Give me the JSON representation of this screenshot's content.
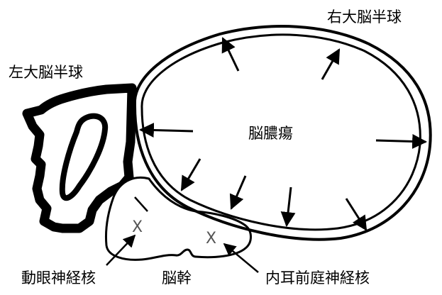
{
  "labels": {
    "right_hemisphere": "右大脳半球",
    "left_hemisphere": "左大脳半球",
    "abscess": "脳膿瘍",
    "oculomotor_nucleus": "動眼神経核",
    "brainstem": "脳幹",
    "vestibular_nucleus": "内耳前庭神経核"
  },
  "markers": {
    "oculomotor_x": "X",
    "vestibular_x": "X"
  },
  "colors": {
    "ink": "#000000",
    "marker": "#555555",
    "background": "#ffffff"
  }
}
